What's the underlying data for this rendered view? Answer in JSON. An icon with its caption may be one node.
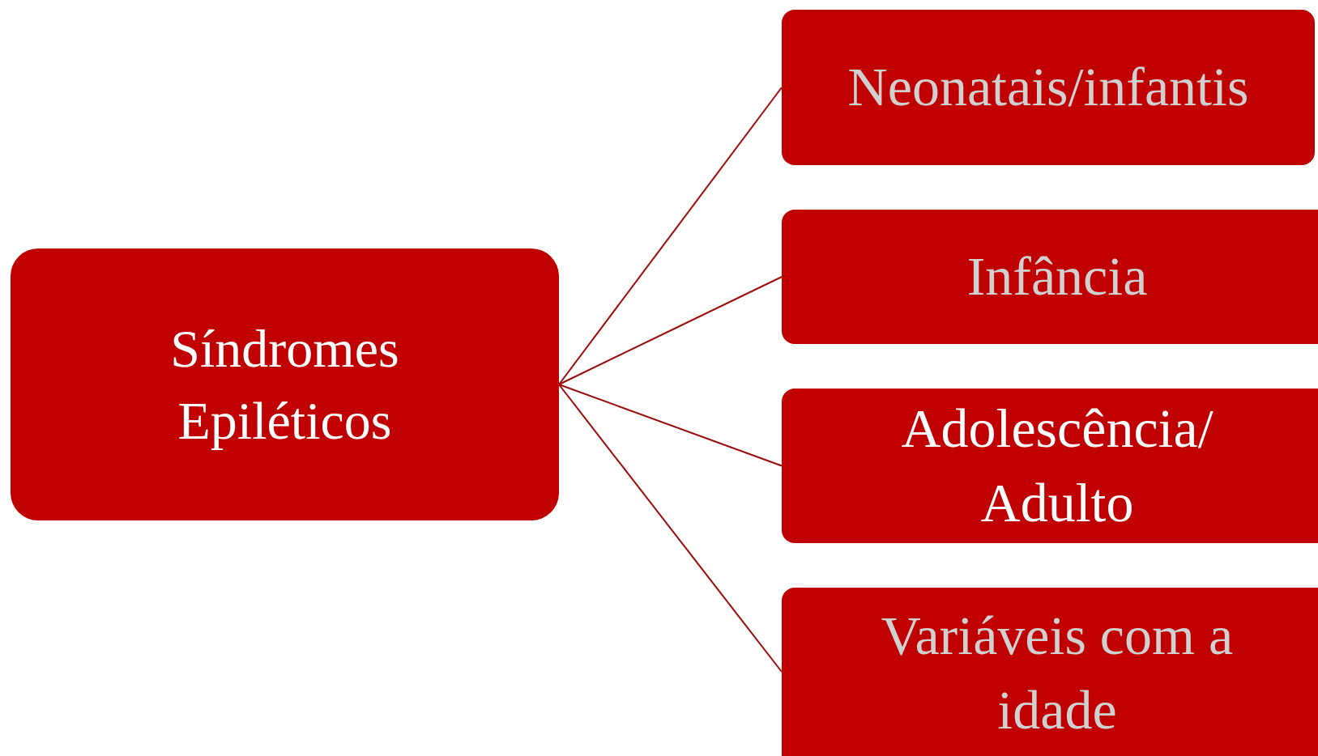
{
  "diagram": {
    "nodes": [
      {
        "text": [
          "Síndromes Epiléticos"
        ]
      },
      {
        "text": [
          "Neonatais/infantis"
        ]
      },
      {
        "text": [
          "Infância"
        ]
      },
      {
        "text": [
          "Adolescência/ Adulto"
        ]
      },
      {
        "text": [
          "Variáveis com a idade"
        ]
      }
    ],
    "edges": [
      {
        "from": 0,
        "to": 1,
        "arrow": "none"
      },
      {
        "from": 0,
        "to": 2,
        "arrow": "none"
      },
      {
        "from": 0,
        "to": 3,
        "arrow": "none"
      },
      {
        "from": 0,
        "to": 4,
        "arrow": "none"
      }
    ]
  }
}
